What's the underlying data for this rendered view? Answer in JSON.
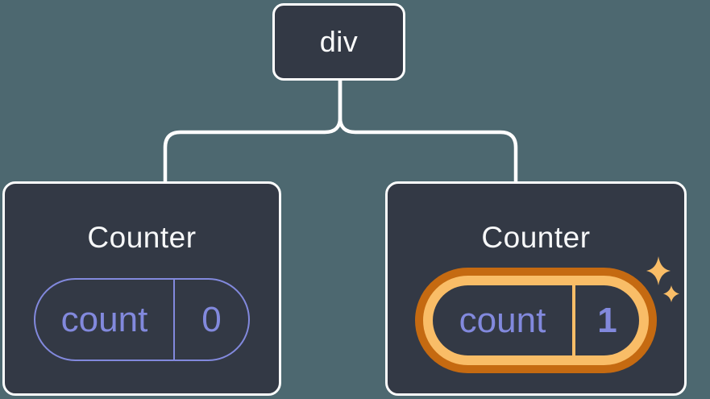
{
  "diagram": {
    "description": "React component tree: a div root with two Counter children; the second Counter's state changed",
    "root": {
      "label": "div"
    },
    "children": [
      {
        "title": "Counter",
        "state_label": "count",
        "state_value": "0",
        "highlighted": false
      },
      {
        "title": "Counter",
        "state_label": "count",
        "state_value": "1",
        "highlighted": true
      }
    ]
  },
  "icons": {
    "sparkles": "sparkles-icon (two four-point stars marking updated state)"
  },
  "colors": {
    "background": "#4d6870",
    "node_fill": "#333945",
    "node_border": "#ffffff",
    "connector": "#ffffff",
    "accent_purple": "#8289dd",
    "highlight_orange_dark": "#c56a11",
    "highlight_orange_light": "#f9bd67",
    "title_text": "#f7f8f9"
  }
}
